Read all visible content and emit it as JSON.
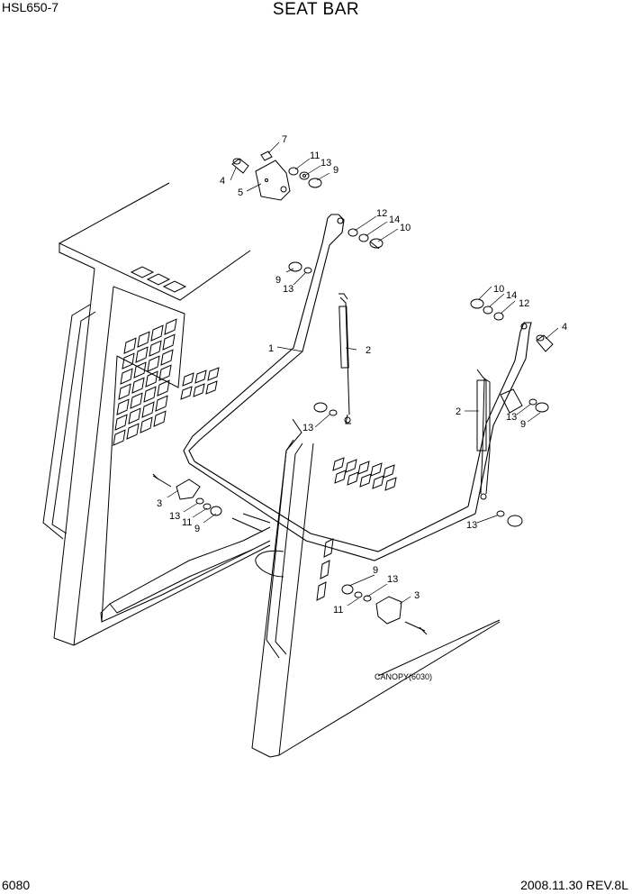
{
  "header": {
    "model": "HSL650-7",
    "title": "SEAT BAR"
  },
  "footer": {
    "page": "6080",
    "date_rev": "2008.11.30  REV.8L"
  },
  "note": "CANOPY(6030)",
  "callouts": {
    "c7": "7",
    "c11a": "11",
    "c13a": "13",
    "c9a": "9",
    "c4a": "4",
    "c5": "5",
    "c12a": "12",
    "c14a": "14",
    "c10a": "10",
    "c9b": "9",
    "c13b": "13",
    "c1": "1",
    "c2a": "2",
    "c13c": "13",
    "c10b": "10",
    "c14b": "14",
    "c12b": "12",
    "c4b": "4",
    "c2b": "2",
    "c13d": "13",
    "c9c": "9",
    "c3a": "3",
    "c13e": "13",
    "c11b": "11",
    "c9d": "9",
    "c13f": "13",
    "c9e": "9",
    "c13g": "13",
    "c3b": "3",
    "c11c": "11"
  }
}
